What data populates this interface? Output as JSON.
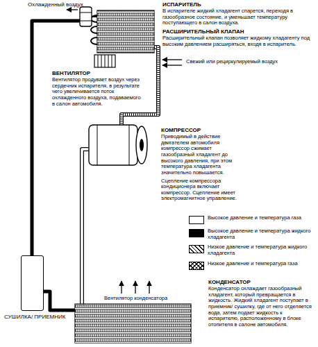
{
  "diagram": {
    "nodes": [
      {
        "text": [
          "СУШИЛКА/ ПРИЕМНИК"
        ]
      }
    ],
    "labels": [
      "Охлажденный воздух",
      "ИСПАРИТЕЛЬ",
      "В испарителе жидкий хладагент спарется, переходя в газообразное состояние, и уменьшает температуру поступающего в салон воздуха.",
      "РАСШИРИТЕЛЬНЫЙ КЛАПАН",
      "Расширительный клапан позволяет жидкому хладагенту под высоким давлением расширяться, входя в испаритель.",
      "Свежий или рециркулируемый воздух",
      "ВЕНТИЛЯТОР",
      "Вентилятор продувает воздух через сердечник испарителя, в результате чего увеличивается поток охлажденного воздуха, подаваемого в салон автомобиля.",
      "КОМПРЕССОР",
      "Приводимый в действие двигателем автомобиля компрессор сжимает газообразный хладагент до высокого давления, при этом температура хладагента значительно повышается.",
      "Сцепление компрессора кондиционера включает компрессор. Сцепление имеет электромагнитное управление.",
      "Вентилятор конденсатора",
      "КОНДЕНСАТОР",
      "Конденсатор охлаждает газообразный хладагент, который превращается в жидкость. Жидкий хладагент поступает в приемник/ сушилку, где от него отделяется вода, затем подает жидкость к испарителю, расположенному в блоке отопителя в салоне автомобиля."
    ],
    "legend": [
      {
        "text": "Высокое давление и температура газа",
        "color": "#ffffff"
      },
      {
        "text": "Высокое давление и температура жидкого хладагента",
        "color": "#000000"
      },
      {
        "text": "Низкое давление и температура жидкого хладагента"
      },
      {
        "text": "Низкое давление и температура газа"
      }
    ]
  }
}
